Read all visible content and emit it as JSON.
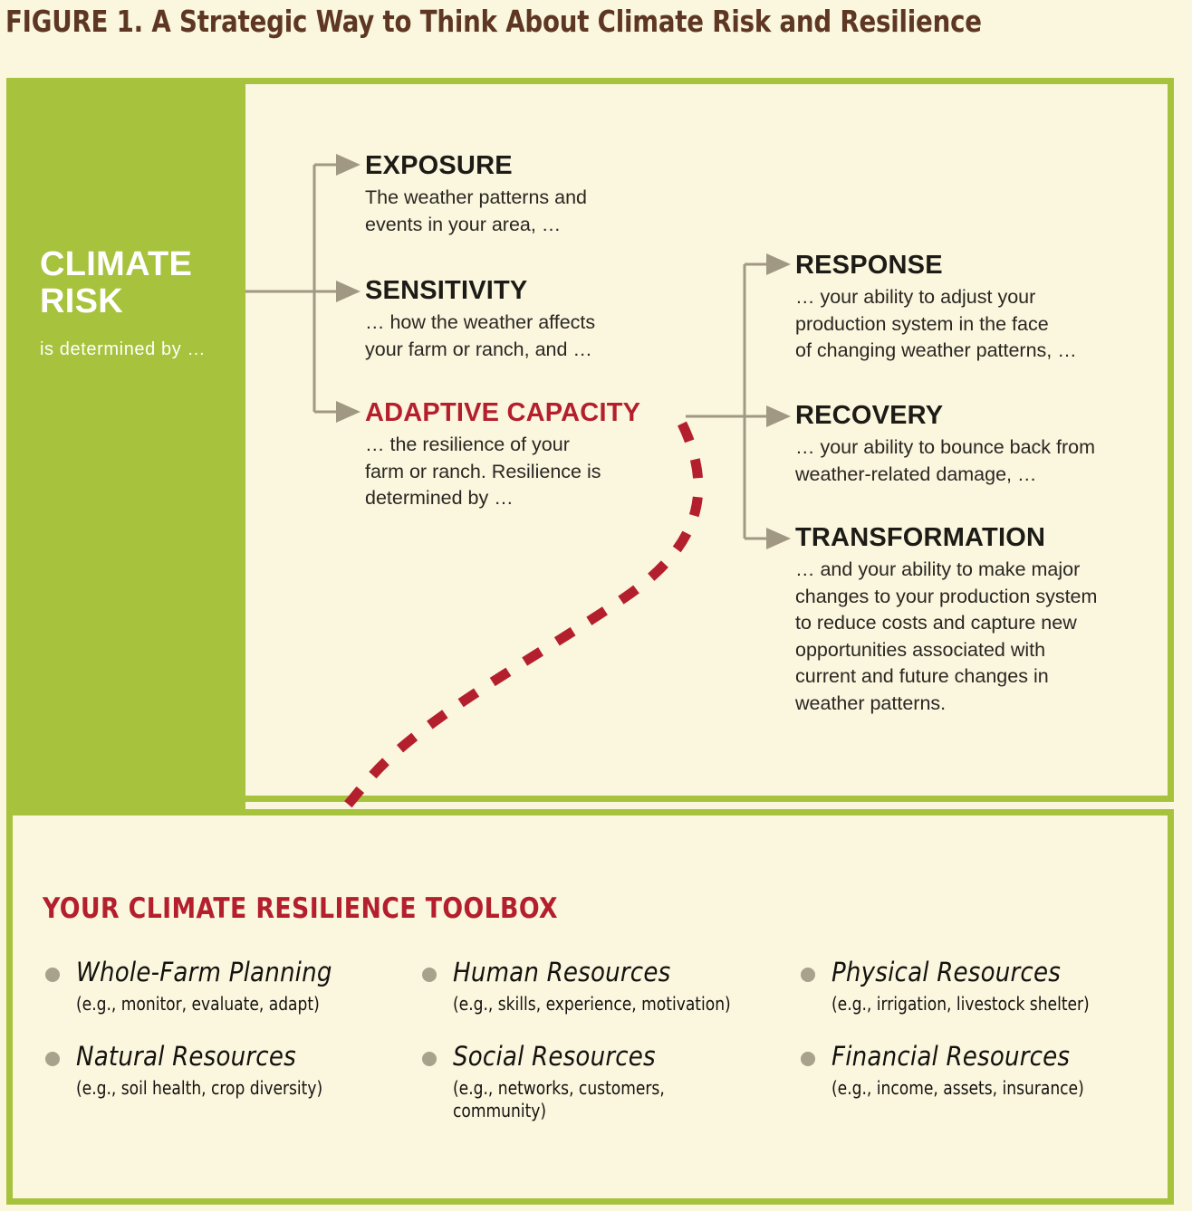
{
  "figure": {
    "title": "FIGURE 1. A Strategic Way to Think About Climate Risk and Resilience"
  },
  "colors": {
    "green": "#a7c23c",
    "cream": "#fbf6de",
    "red": "#b41f2e",
    "brown_title": "#5d3724",
    "wire_gray": "#a09883",
    "bullet_gray": "#a8a18c",
    "text_black": "#1d1b16"
  },
  "source_node": {
    "title": "CLIMATE\nRISK",
    "subtitle": "is determined by …"
  },
  "determinants": [
    {
      "heading": "EXPOSURE",
      "body": "The weather patterns and\nevents in your area, …",
      "accent": "black"
    },
    {
      "heading": "SENSITIVITY",
      "body": "… how the weather affects\nyour farm or ranch, and …",
      "accent": "black"
    },
    {
      "heading": "ADAPTIVE CAPACITY",
      "body": "… the resilience of your\nfarm or ranch. Resilience is\ndetermined by …",
      "accent": "red"
    }
  ],
  "capacities": [
    {
      "heading": "RESPONSE",
      "body": "… your ability to adjust your\nproduction system in the face\nof changing weather patterns, …"
    },
    {
      "heading": "RECOVERY",
      "body": "… your ability to bounce back from\nweather-related damage, …"
    },
    {
      "heading": "TRANSFORMATION",
      "body": "… and your ability to make major\nchanges to your production system\nto reduce costs and capture new\nopportunities associated with\ncurrent and future changes in\nweather patterns."
    }
  ],
  "toolbox": {
    "title": "YOUR CLIMATE RESILIENCE TOOLBOX",
    "items": [
      {
        "name": "Whole-Farm Planning",
        "example": "(e.g., monitor, evaluate, adapt)"
      },
      {
        "name": "Natural Resources",
        "example": "(e.g., soil health, crop diversity)"
      },
      {
        "name": "Human Resources",
        "example": "(e.g., skills, experience, motivation)"
      },
      {
        "name": "Social Resources",
        "example": "(e.g., networks, customers,\ncommunity)"
      },
      {
        "name": "Physical Resources",
        "example": "(e.g., irrigation, livestock shelter)"
      },
      {
        "name": "Financial Resources",
        "example": "(e.g., income, assets, insurance)"
      }
    ]
  }
}
